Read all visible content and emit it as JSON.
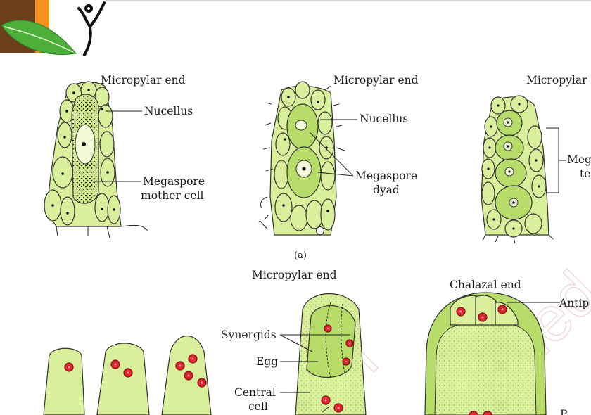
{
  "labels": {
    "micropylar_a": "Micropylar end",
    "nucellus_a": "Nucellus",
    "mmc_1": "Megaspore",
    "mmc_2": "mother cell",
    "micropylar_b": "Micropylar end",
    "nucellus_b": "Nucellus",
    "dyad_1": "Megaspore",
    "dyad_2": "dyad",
    "micropylar_c": "Micropylar",
    "tetrad_1": "Mega",
    "tetrad_2": "te",
    "fig_a": "(a)",
    "micropylar_d": "Micropylar end",
    "synergids": "Synergids",
    "egg": "Egg",
    "central_1": "Central",
    "central_2": "cell",
    "chalazal": "Chalazal end",
    "antip": "Antip",
    "bottom_right": "P"
  },
  "colors": {
    "cell_fill": "#d9ef9c",
    "cell_dark": "#b7dc6a",
    "nucleus_red": "#e0242f",
    "header_orange": "#f5921e",
    "header_brown": "#6b3f1a",
    "leaf_green": "#4caf3a",
    "watermark": "#f3d5d5"
  },
  "icons": {
    "logo": "leaf-and-figure-logo",
    "watermark": "ncert-not-to-be-republished-watermark"
  }
}
